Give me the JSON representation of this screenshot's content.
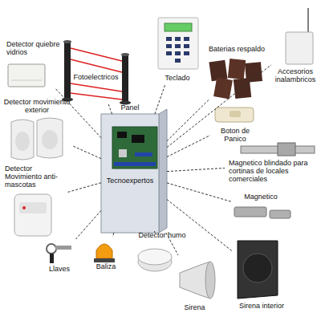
{
  "diagram": {
    "nodes": [
      {
        "text": [
          "Detector quiebre vidrios"
        ]
      },
      {
        "text": [
          "Fotoelectricos"
        ]
      },
      {
        "text": [
          "Teclado"
        ]
      },
      {
        "text": [
          "Baterias respaldo"
        ]
      },
      {
        "text": [
          "Accesorios inalambricos"
        ]
      },
      {
        "text": [
          "Detector movimiento exterior"
        ]
      },
      {
        "text": [
          "Panel",
          "Tecnoexpertos"
        ]
      },
      {
        "text": [
          "Boton de Panico"
        ]
      },
      {
        "text": [
          "Magnetico blindado para cortinas de locales comerciales"
        ]
      },
      {
        "text": [
          "Detector Movimiento anti-mascotas"
        ]
      },
      {
        "text": [
          "Magnetico"
        ]
      },
      {
        "text": [
          "Detector humo"
        ]
      },
      {
        "text": [
          "Llaves"
        ]
      },
      {
        "text": [
          "Baliza"
        ]
      },
      {
        "text": [
          "Sirena"
        ]
      },
      {
        "text": [
          "Sirena interior"
        ]
      }
    ],
    "edges": [
      {
        "from": 6,
        "to": 0,
        "arrow": "none"
      },
      {
        "from": 6,
        "to": 1,
        "arrow": "none"
      },
      {
        "from": 6,
        "to": 2,
        "arrow": "none"
      },
      {
        "from": 6,
        "to": 3,
        "arrow": "none"
      },
      {
        "from": 6,
        "to": 4,
        "arrow": "none"
      },
      {
        "from": 6,
        "to": 5,
        "arrow": "none"
      },
      {
        "from": 6,
        "to": 7,
        "arrow": "none"
      },
      {
        "from": 6,
        "to": 8,
        "arrow": "none"
      },
      {
        "from": 6,
        "to": 9,
        "arrow": "none"
      },
      {
        "from": 6,
        "to": 10,
        "arrow": "none"
      },
      {
        "from": 6,
        "to": 11,
        "arrow": "none"
      },
      {
        "from": 6,
        "to": 12,
        "arrow": "none"
      },
      {
        "from": 6,
        "to": 13,
        "arrow": "none"
      },
      {
        "from": 6,
        "to": 14,
        "arrow": "none"
      },
      {
        "from": 6,
        "to": 15,
        "arrow": "none"
      }
    ]
  }
}
